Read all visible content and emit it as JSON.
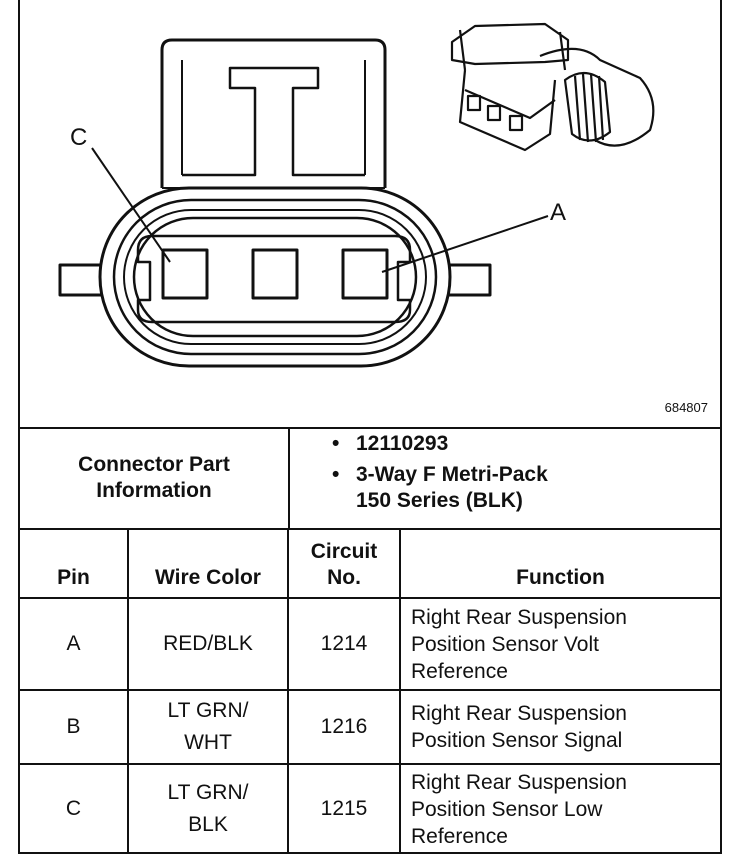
{
  "figure": {
    "figure_id": "684807",
    "callouts": {
      "c": "C",
      "a": "A"
    }
  },
  "connector_info": {
    "label_line1": "Connector Part",
    "label_line2": "Information",
    "part_number": "12110293",
    "description_line1": "3-Way F Metri-Pack",
    "description_line2": "150 Series (BLK)",
    "bullet": "•"
  },
  "pin_table": {
    "headers": {
      "pin": "Pin",
      "wire_color": "Wire Color",
      "circuit_line1": "Circuit",
      "circuit_line2": "No.",
      "function": "Function"
    },
    "rows": [
      {
        "pin": "A",
        "wire_line1": "RED/BLK",
        "wire_line2": "",
        "circuit": "1214",
        "function_line1": "Right Rear Suspension",
        "function_line2": "Position Sensor Volt",
        "function_line3": "Reference"
      },
      {
        "pin": "B",
        "wire_line1": "LT GRN/",
        "wire_line2": "WHT",
        "circuit": "1216",
        "function_line1": "Right Rear Suspension",
        "function_line2": "Position Sensor Signal",
        "function_line3": ""
      },
      {
        "pin": "C",
        "wire_line1": "LT GRN/",
        "wire_line2": "BLK",
        "circuit": "1215",
        "function_line1": "Right Rear Suspension",
        "function_line2": "Position Sensor Low",
        "function_line3": "Reference"
      }
    ]
  }
}
